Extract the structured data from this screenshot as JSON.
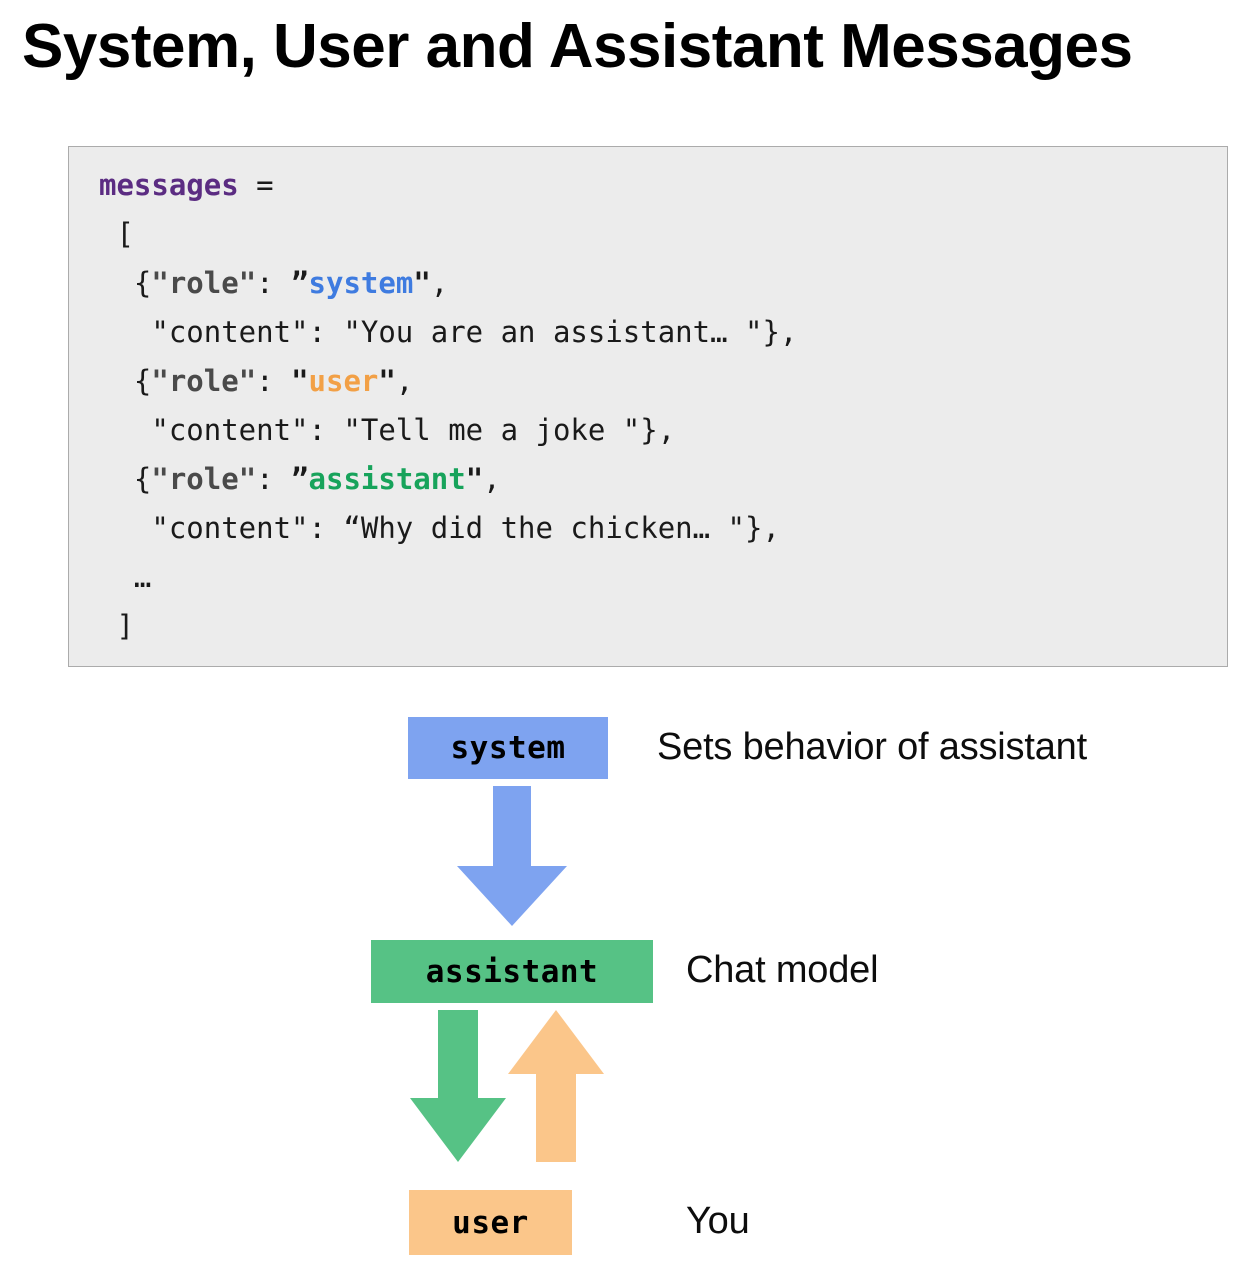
{
  "title": "System, User and Assistant Messages",
  "code": {
    "language": "python",
    "variable": "messages",
    "lines": [
      [
        {
          "t": "messages",
          "c": "var"
        },
        {
          "t": " = ",
          "c": "plain"
        }
      ],
      [
        {
          "t": " [",
          "c": "plain"
        }
      ],
      [
        {
          "t": "  {",
          "c": "plain"
        },
        {
          "t": "\"role\"",
          "c": "key"
        },
        {
          "t": ": ",
          "c": "plain"
        },
        {
          "t": "”",
          "c": "quote"
        },
        {
          "t": "system",
          "c": "system"
        },
        {
          "t": "\"",
          "c": "quote"
        },
        {
          "t": ",",
          "c": "plain"
        }
      ],
      [
        {
          "t": "   \"content\": \"You are an assistant… \"},",
          "c": "plain"
        }
      ],
      [
        {
          "t": "  {",
          "c": "plain"
        },
        {
          "t": "\"role\"",
          "c": "key"
        },
        {
          "t": ": ",
          "c": "plain"
        },
        {
          "t": "\"",
          "c": "quote"
        },
        {
          "t": "user",
          "c": "user"
        },
        {
          "t": "\"",
          "c": "quote"
        },
        {
          "t": ",",
          "c": "plain"
        }
      ],
      [
        {
          "t": "   \"content\": \"Tell me a joke \"},",
          "c": "plain"
        }
      ],
      [
        {
          "t": "  {",
          "c": "plain"
        },
        {
          "t": "\"role\"",
          "c": "key"
        },
        {
          "t": ": ",
          "c": "plain"
        },
        {
          "t": "”",
          "c": "quote"
        },
        {
          "t": "assistant",
          "c": "assistant"
        },
        {
          "t": "\"",
          "c": "quote"
        },
        {
          "t": ",",
          "c": "plain"
        }
      ],
      [
        {
          "t": "   \"content\": “Why did the chicken… \"},",
          "c": "plain"
        }
      ],
      [
        {
          "t": "  …",
          "c": "plain"
        }
      ],
      [
        {
          "t": " ]",
          "c": "plain"
        }
      ]
    ]
  },
  "diagram": {
    "boxes": [
      {
        "role": "system",
        "label": "system",
        "description": "Sets behavior of assistant",
        "color": "#7EA3F0"
      },
      {
        "role": "assistant",
        "label": "assistant",
        "description": "Chat model",
        "color": "#56C285"
      },
      {
        "role": "user",
        "label": "user",
        "description": "You",
        "color": "#FBC68A"
      }
    ],
    "arrows": [
      {
        "name": "system-to-assistant",
        "from": "system",
        "to": "assistant",
        "direction": "down",
        "color": "#7EA3F0"
      },
      {
        "name": "assistant-to-user",
        "from": "assistant",
        "to": "user",
        "direction": "down",
        "color": "#56C285"
      },
      {
        "name": "user-to-assistant",
        "from": "user",
        "to": "assistant",
        "direction": "up",
        "color": "#FBC68A"
      }
    ]
  },
  "colors": {
    "system": "#7EA3F0",
    "assistant": "#56C285",
    "user": "#FBC68A",
    "code_background": "#ECECEC",
    "code_border": "#ABABAB",
    "variable_token": "#5B2C82",
    "key_token": "#4A4A4A",
    "system_token": "#3E7BE0",
    "user_token": "#F2A046",
    "assistant_token": "#17A35B",
    "page_background": "#FFFFFF"
  }
}
